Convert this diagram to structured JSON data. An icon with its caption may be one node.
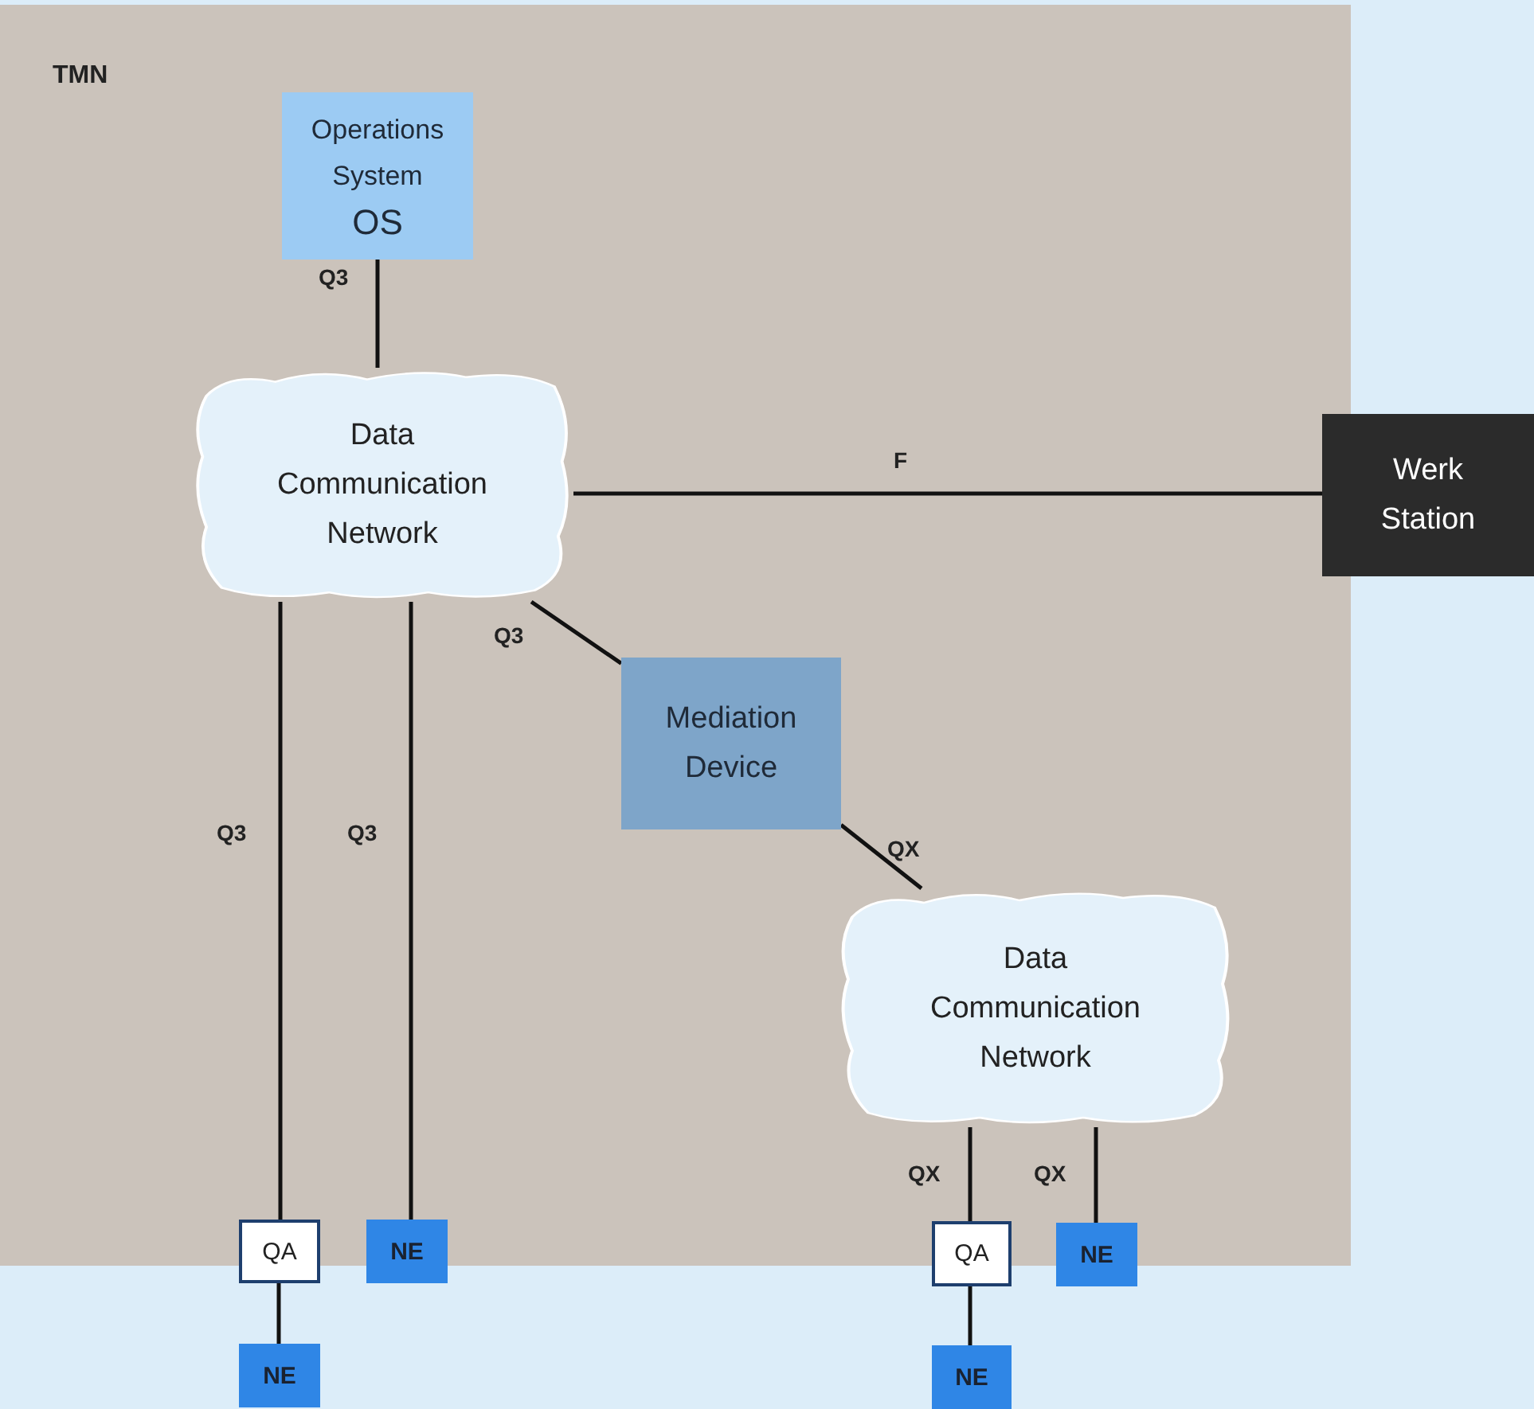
{
  "diagram": {
    "nodes": [
      {
        "text": [
          "TMN"
        ]
      },
      {
        "text": [
          "Operations System",
          "OS"
        ],
        "in": 0
      },
      {
        "text": [
          "Data Communication Network"
        ],
        "in": 0
      },
      {
        "text": [
          "Werk Station"
        ]
      },
      {
        "text": [
          "Mediation Device"
        ],
        "in": 0
      },
      {
        "text": [
          "Data Communication Network"
        ],
        "in": 0
      },
      {
        "text": [
          "QA"
        ]
      },
      {
        "text": [
          "NE"
        ]
      },
      {
        "text": [
          "NE"
        ]
      },
      {
        "text": [
          "QA"
        ]
      },
      {
        "text": [
          "NE"
        ]
      },
      {
        "text": [
          "NE"
        ]
      }
    ],
    "edges": [
      {
        "from": 1,
        "to": 2,
        "arrow": "none",
        "label": "Q3"
      },
      {
        "from": 2,
        "to": 3,
        "arrow": "none",
        "label": "F"
      },
      {
        "from": 2,
        "to": 4,
        "arrow": "none",
        "label": "Q3"
      },
      {
        "from": 2,
        "to": 6,
        "arrow": "none",
        "label": "Q3"
      },
      {
        "from": 2,
        "to": 7,
        "arrow": "none",
        "label": "Q3"
      },
      {
        "from": 4,
        "to": 5,
        "arrow": "none",
        "label": "QX"
      },
      {
        "from": 5,
        "to": 9,
        "arrow": "none",
        "label": "QX"
      },
      {
        "from": 5,
        "to": 10,
        "arrow": "none",
        "label": "QX"
      },
      {
        "from": 6,
        "to": 8,
        "arrow": "none"
      },
      {
        "from": 9,
        "to": 11,
        "arrow": "none"
      }
    ]
  }
}
